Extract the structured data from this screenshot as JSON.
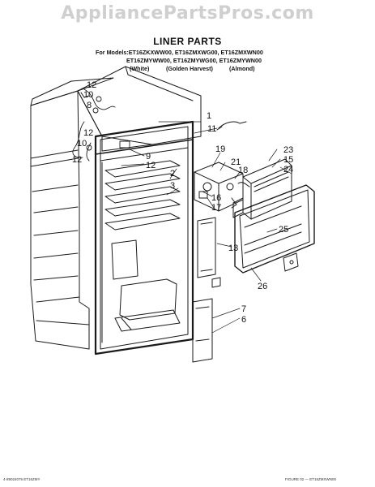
{
  "watermark": "AppliancePartsPros.com",
  "title": "LINER PARTS",
  "models": {
    "line1": "For Models:ET16ZKXWW00, ET16ZMXWG00, ET16ZMXWN00",
    "line2": "ET16ZMYWW00, ET16ZMYWG00, ET16ZMYWN00"
  },
  "colors": [
    "(White)",
    "(Golden Harvest)",
    "(Almond)"
  ],
  "callouts": [
    "12",
    "10",
    "8",
    "12",
    "10",
    "12",
    "1",
    "11",
    "9",
    "12",
    "19",
    "21",
    "18",
    "23",
    "15",
    "24",
    "2",
    "3",
    "16",
    "17",
    "25",
    "13",
    "26",
    "7",
    "6"
  ],
  "footer": {
    "left": "4-89024076 ET16ZMY",
    "right": "FIGURE 02 — ET16ZMXWN00"
  }
}
